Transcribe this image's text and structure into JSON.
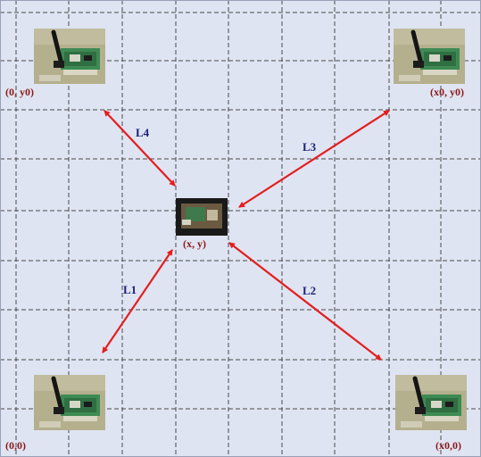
{
  "diagram": {
    "colors": {
      "background": "#dfe4f2",
      "grid": "#4a4a4a",
      "arrow": "#e41e1e",
      "coord_text": "#8b1a1a",
      "line_text": "#1a1f7a"
    },
    "anchors": {
      "top_left": "(0, y0)",
      "top_right": "(x0, y0)",
      "bottom_left": "(0,0)",
      "bottom_right": "(x0,0)"
    },
    "target": "(x, y)",
    "distances": {
      "l1": "L1",
      "l2": "L2",
      "l3": "L3",
      "l4": "L4"
    }
  }
}
